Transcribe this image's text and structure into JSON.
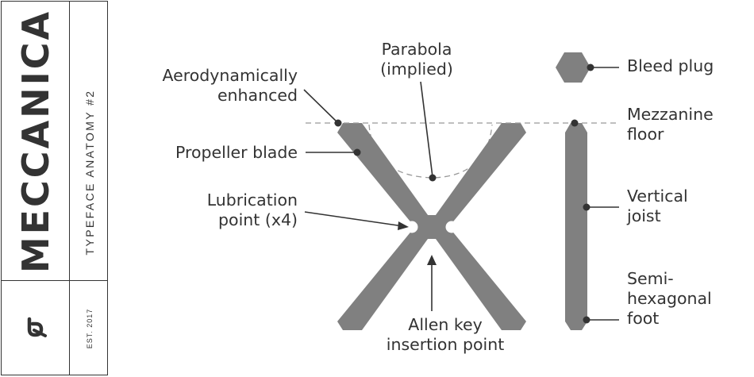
{
  "sidebar": {
    "brand": "MECCANICA",
    "subtitle": "TYPEFACE ANATOMY #2",
    "established": "EST. 2017"
  },
  "labels": {
    "aerodynamically": "Aerodynamically",
    "enhanced": "enhanced",
    "parabola": "Parabola",
    "implied": "(implied)",
    "bleed_plug": "Bleed plug",
    "mezzanine": "Mezzanine",
    "floor": "floor",
    "propeller_blade": "Propeller blade",
    "lubrication": "Lubrication",
    "lubrication_count": "point (x4)",
    "vertical": "Vertical",
    "joist": "joist",
    "semi": "Semi-",
    "hexagonal": "hexagonal",
    "foot": "foot",
    "allen_key": "Allen key",
    "insertion_point": "insertion point"
  },
  "colors": {
    "glyph": "#808080",
    "ink": "#333333",
    "guide": "#999999"
  },
  "icons": {
    "logo": "meccanica-monogram-icon",
    "bleed_plug": "hexagon-icon"
  }
}
